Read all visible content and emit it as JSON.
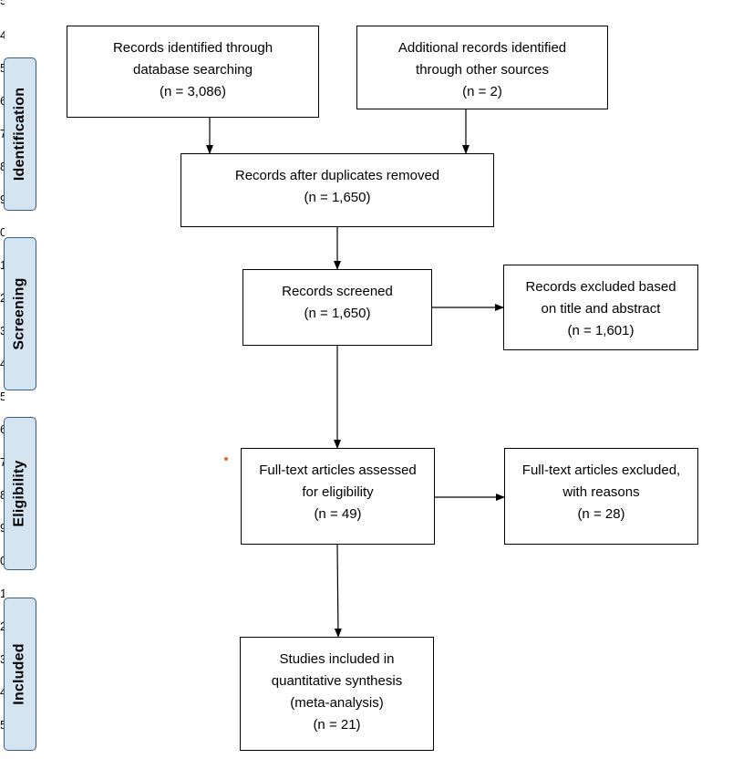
{
  "stages": {
    "identification": "Identification",
    "screening": "Screening",
    "eligibility": "Eligibility",
    "included": "Included"
  },
  "boxes": {
    "database_search": [
      "Records identified through",
      "database searching",
      "(n = 3,086)"
    ],
    "other_sources": [
      "Additional records identified",
      "through other sources",
      "(n = 2)"
    ],
    "duplicates_removed": [
      "Records after duplicates removed",
      "(n = 1,650)"
    ],
    "screened": [
      "Records screened",
      "(n = 1,650)"
    ],
    "excluded_title_abstract": [
      "Records excluded based",
      "on title and abstract",
      "(n = 1,601)"
    ],
    "fulltext_assessed": [
      "Full-text articles assessed",
      "for eligibility",
      "(n = 49)"
    ],
    "fulltext_excluded": [
      "Full-text articles excluded,",
      "with reasons",
      "(n = 28)"
    ],
    "included": [
      "Studies included in",
      "quantitative synthesis",
      "(meta-analysis)",
      "(n = 21)"
    ]
  },
  "colors": {
    "stage_fill": "#d4e4f1",
    "stage_border": "#2f5f8a",
    "line": "#000000",
    "dot": "#e26a2c"
  }
}
